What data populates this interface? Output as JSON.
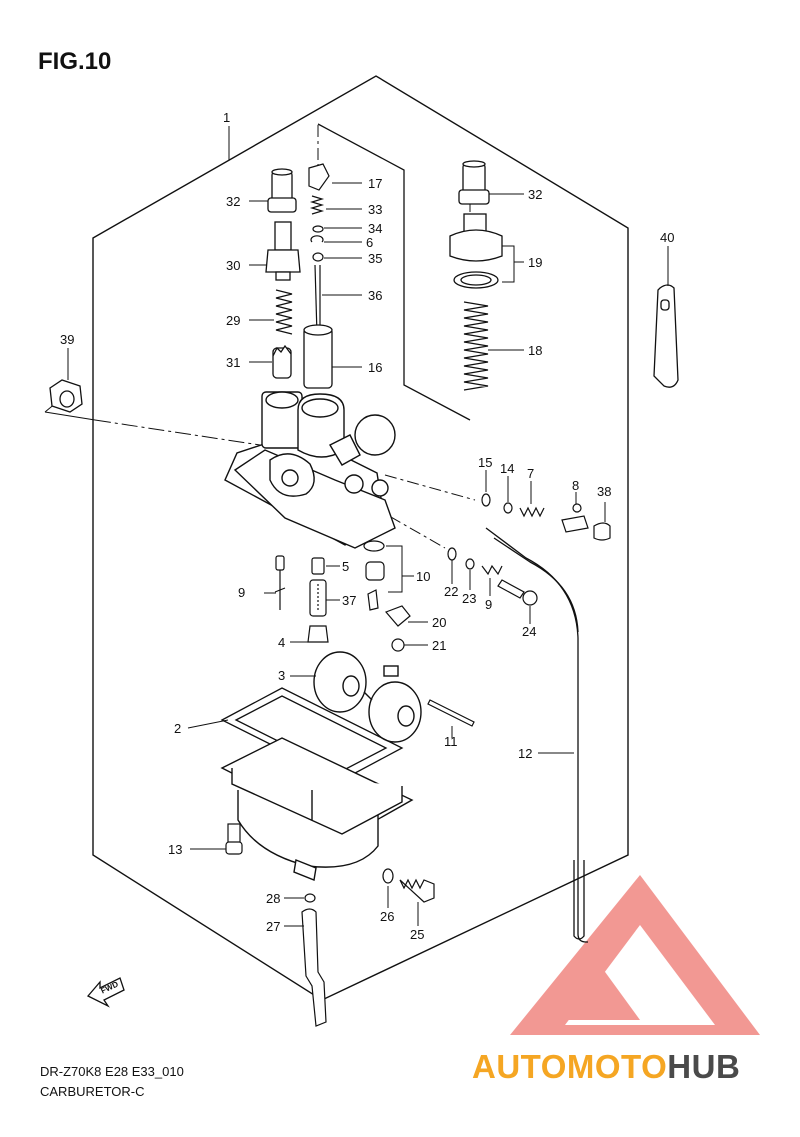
{
  "figure": {
    "title": "FIG.10"
  },
  "model_code": "DR-Z70K8 E28 E33_010",
  "caption": "CARBURETOR-C",
  "fwd_label": "FWD",
  "callouts": [
    {
      "id": "c1",
      "label": "1"
    },
    {
      "id": "c2",
      "label": "2"
    },
    {
      "id": "c3",
      "label": "3"
    },
    {
      "id": "c4",
      "label": "4"
    },
    {
      "id": "c5",
      "label": "5"
    },
    {
      "id": "c6",
      "label": "6"
    },
    {
      "id": "c7",
      "label": "7"
    },
    {
      "id": "c8",
      "label": "8"
    },
    {
      "id": "c9a",
      "label": "9"
    },
    {
      "id": "c9b",
      "label": "9"
    },
    {
      "id": "c10",
      "label": "10"
    },
    {
      "id": "c11",
      "label": "11"
    },
    {
      "id": "c12",
      "label": "12"
    },
    {
      "id": "c13",
      "label": "13"
    },
    {
      "id": "c14",
      "label": "14"
    },
    {
      "id": "c15",
      "label": "15"
    },
    {
      "id": "c16",
      "label": "16"
    },
    {
      "id": "c17",
      "label": "17"
    },
    {
      "id": "c18",
      "label": "18"
    },
    {
      "id": "c19",
      "label": "19"
    },
    {
      "id": "c20",
      "label": "20"
    },
    {
      "id": "c21",
      "label": "21"
    },
    {
      "id": "c22",
      "label": "22"
    },
    {
      "id": "c23",
      "label": "23"
    },
    {
      "id": "c24",
      "label": "24"
    },
    {
      "id": "c25",
      "label": "25"
    },
    {
      "id": "c26",
      "label": "26"
    },
    {
      "id": "c27",
      "label": "27"
    },
    {
      "id": "c28",
      "label": "28"
    },
    {
      "id": "c29",
      "label": "29"
    },
    {
      "id": "c30",
      "label": "30"
    },
    {
      "id": "c31",
      "label": "31"
    },
    {
      "id": "c32a",
      "label": "32"
    },
    {
      "id": "c32b",
      "label": "32"
    },
    {
      "id": "c33",
      "label": "33"
    },
    {
      "id": "c34",
      "label": "34"
    },
    {
      "id": "c35",
      "label": "35"
    },
    {
      "id": "c36",
      "label": "36"
    },
    {
      "id": "c37",
      "label": "37"
    },
    {
      "id": "c38",
      "label": "38"
    },
    {
      "id": "c39",
      "label": "39"
    },
    {
      "id": "c40",
      "label": "40"
    }
  ],
  "watermark": {
    "part1": "AUTOMOTO",
    "part2": "HUB",
    "color1": "#f5a623",
    "color2": "#4a4a4a",
    "logo_color": "#e8453c"
  }
}
